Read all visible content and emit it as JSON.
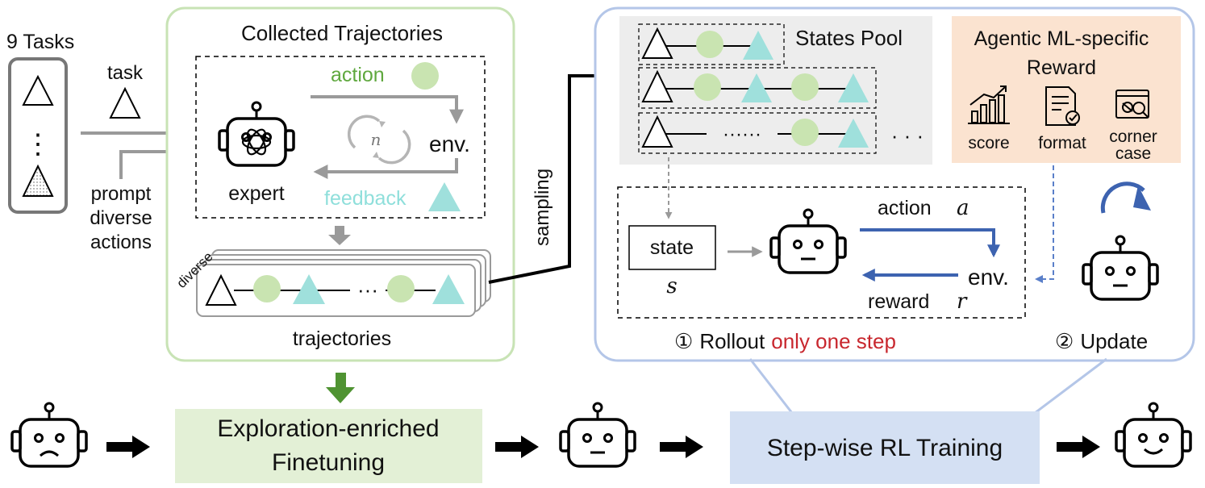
{
  "tasks": {
    "title": "9 Tasks",
    "ellipsis": "⋮"
  },
  "inputs": {
    "task_label": "task",
    "prompt_line1": "prompt",
    "prompt_line2": "diverse",
    "prompt_line3": "actions"
  },
  "collect": {
    "title": "Collected Trajectories",
    "action_label": "action",
    "feedback_label": "feedback",
    "env_label": "env.",
    "expert_label": "expert",
    "loop_label": "n",
    "diverse_label": "diverse",
    "traj_ellipsis": "···",
    "trajectories_label": "trajectories"
  },
  "sampling_label": "sampling",
  "states_pool": {
    "title": "States Pool",
    "dots_row3": "······",
    "dots_more": "· · ·"
  },
  "reward": {
    "title_line1": "Agentic ML-specific",
    "title_line2": "Reward",
    "score_label": "score",
    "format_label": "format",
    "corner_line1": "corner",
    "corner_line2": "case"
  },
  "rollout": {
    "state_label": "state",
    "state_symbol": "s",
    "action_label": "action",
    "action_symbol": "a",
    "reward_label": "reward",
    "reward_symbol": "r",
    "env_label": "env.",
    "step_number": "①",
    "caption_prefix": "Rollout",
    "caption_highlight": "only one step"
  },
  "update": {
    "number": "②",
    "label": "Update"
  },
  "pipeline": {
    "stage1_line1": "Exploration-enriched",
    "stage1_line2": "Finetuning",
    "stage2": "Step-wise RL Training"
  },
  "colors": {
    "green_fill": "#c9e4b1",
    "green_border": "#c8e3b5",
    "teal": "#9fe0dc",
    "feedback_teal": "#8fdfdb",
    "action_green": "#5fa83e",
    "blue_border": "#b4c6e8",
    "blue_arrow": "#3d63b0",
    "red": "#c8272e",
    "finetune_bg": "#e3f0d6",
    "rl_bg": "#d4e0f3",
    "reward_bg": "#fbe3d0",
    "pool_bg": "#ededed",
    "gray_arrow": "#9a9a9a",
    "dark_green_arrow": "#4f9332"
  }
}
